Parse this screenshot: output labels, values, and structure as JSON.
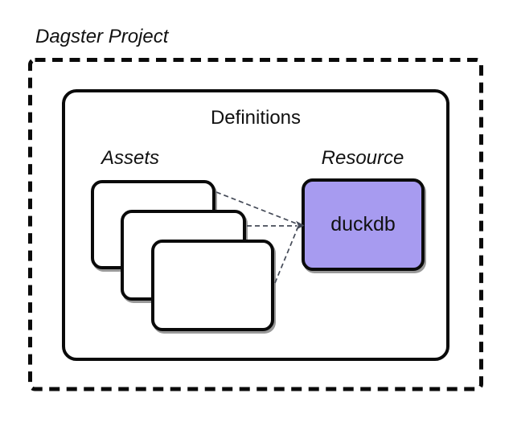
{
  "diagram": {
    "project_label": "Dagster Project",
    "definitions_label": "Definitions",
    "assets_label": "Assets",
    "resource_label": "Resource",
    "resource_box_label": "duckdb",
    "asset_card_count": 3,
    "connections": [
      {
        "from": "asset-card-back",
        "to": "resource-box-duckdb",
        "style": "dashed-arrow"
      },
      {
        "from": "asset-card-middle",
        "to": "resource-box-duckdb",
        "style": "dashed-arrow"
      },
      {
        "from": "asset-card-front",
        "to": "resource-box-duckdb",
        "style": "dashed-arrow"
      }
    ],
    "colors": {
      "resource_fill": "#a79bf0",
      "box_border": "#0a0a0a",
      "connector": "#454b58",
      "background": "#ffffff",
      "text": "#111111"
    }
  }
}
